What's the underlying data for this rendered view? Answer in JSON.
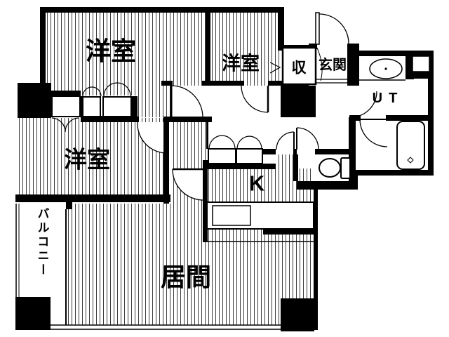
{
  "colors": {
    "wall": "#000000",
    "background": "#ffffff",
    "hatch_line": "#3c3c3c"
  },
  "rooms": {
    "bedroom_top_left": {
      "label": "洋室"
    },
    "bedroom_top_middle": {
      "label": "洋室"
    },
    "bedroom_mid_left": {
      "label": "洋室"
    },
    "storage": {
      "label": "収"
    },
    "entrance": {
      "label": "玄関"
    },
    "utility": {
      "label": "UT"
    },
    "kitchen": {
      "label": "K"
    },
    "living_room": {
      "label": "居間"
    },
    "balcony": {
      "label": "バルコニー"
    }
  }
}
